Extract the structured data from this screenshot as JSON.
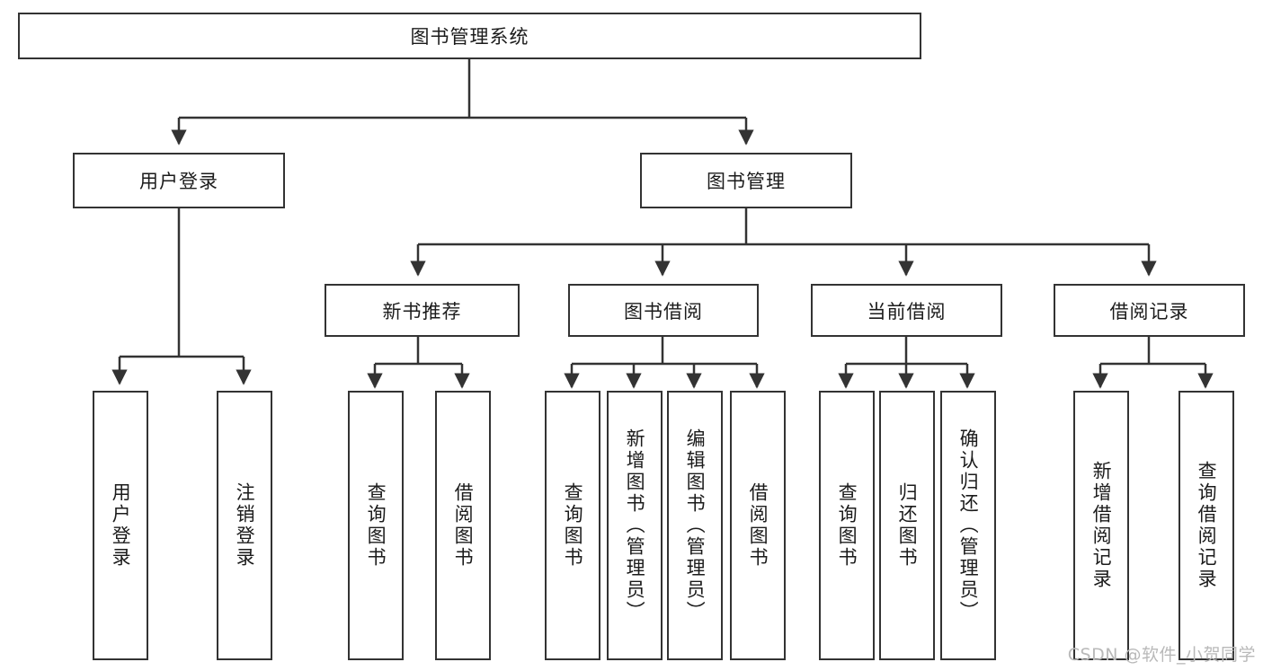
{
  "diagram": {
    "title": "图书管理系统",
    "type": "functional-structure-tree",
    "watermark": "CSDN @软件_小贺同学",
    "colors": {
      "box_border": "#333333",
      "box_fill": "#ffffff",
      "connector": "#333333",
      "text": "#1b1b1b",
      "watermark": "#b9b9b9",
      "background": "#ffffff"
    },
    "nodes": {
      "root": {
        "label": "图书管理系统"
      },
      "level2": [
        {
          "id": "user-login",
          "label": "用户登录"
        },
        {
          "id": "book-management",
          "label": "图书管理"
        }
      ],
      "level3": [
        {
          "id": "new-book-recommend",
          "label": "新书推荐"
        },
        {
          "id": "book-borrow",
          "label": "图书借阅"
        },
        {
          "id": "current-borrow",
          "label": "当前借阅"
        },
        {
          "id": "borrow-record",
          "label": "借阅记录"
        }
      ],
      "leaves": {
        "user_login": [
          {
            "id": "leaf-user-login",
            "label": "用户登录"
          },
          {
            "id": "leaf-logout",
            "label": "注销登录"
          }
        ],
        "new_book_recommend": [
          {
            "id": "leaf-query-book-1",
            "label": "查询图书"
          },
          {
            "id": "leaf-borrow-book-1",
            "label": "借阅图书"
          }
        ],
        "book_borrow": [
          {
            "id": "leaf-query-book-2",
            "label": "查询图书"
          },
          {
            "id": "leaf-add-book",
            "label": "新增图书（管理员）"
          },
          {
            "id": "leaf-edit-book",
            "label": "编辑图书（管理员）"
          },
          {
            "id": "leaf-borrow-book-2",
            "label": "借阅图书"
          }
        ],
        "current_borrow": [
          {
            "id": "leaf-query-book-3",
            "label": "查询图书"
          },
          {
            "id": "leaf-return-book",
            "label": "归还图书"
          },
          {
            "id": "leaf-confirm-return",
            "label": "确认归还（管理员）"
          }
        ],
        "borrow_record": [
          {
            "id": "leaf-add-record",
            "label": "新增借阅记录"
          },
          {
            "id": "leaf-query-record",
            "label": "查询借阅记录"
          }
        ]
      }
    }
  }
}
